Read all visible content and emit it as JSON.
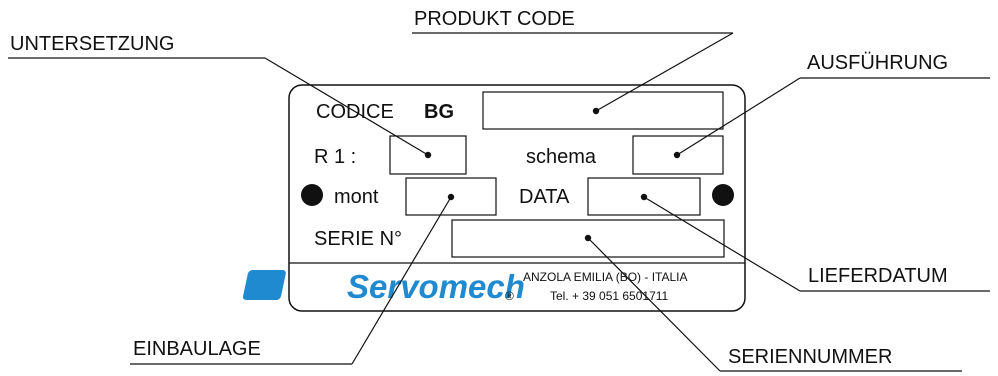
{
  "callouts": {
    "produkt_code": "PRODUKT CODE",
    "untersetzung": "UNTERSETZUNG",
    "ausfuehrung": "AUSFÜHRUNG",
    "lieferdatum": "LIEFERDATUM",
    "einbaulage": "EINBAULAGE",
    "seriennummer": "SERIENNUMMER"
  },
  "plate": {
    "codice_label": "CODICE",
    "codice_prefix": "BG",
    "ratio_label": "R  1 :",
    "schema_label": "schema",
    "mont_label": "mont",
    "data_label": "DATA",
    "serie_label": "SERIE N°",
    "brand": "Servomech",
    "registered_mark": "®",
    "address_line": "ANZOLA EMILIA (BO) - ITALIA",
    "phone_line": "Tel. + 39 051 6501711"
  },
  "colors": {
    "line": "#111111",
    "logo_blue": "#1f8ad0"
  },
  "icons": {
    "logo_mark": "servomech-logo-icon"
  }
}
